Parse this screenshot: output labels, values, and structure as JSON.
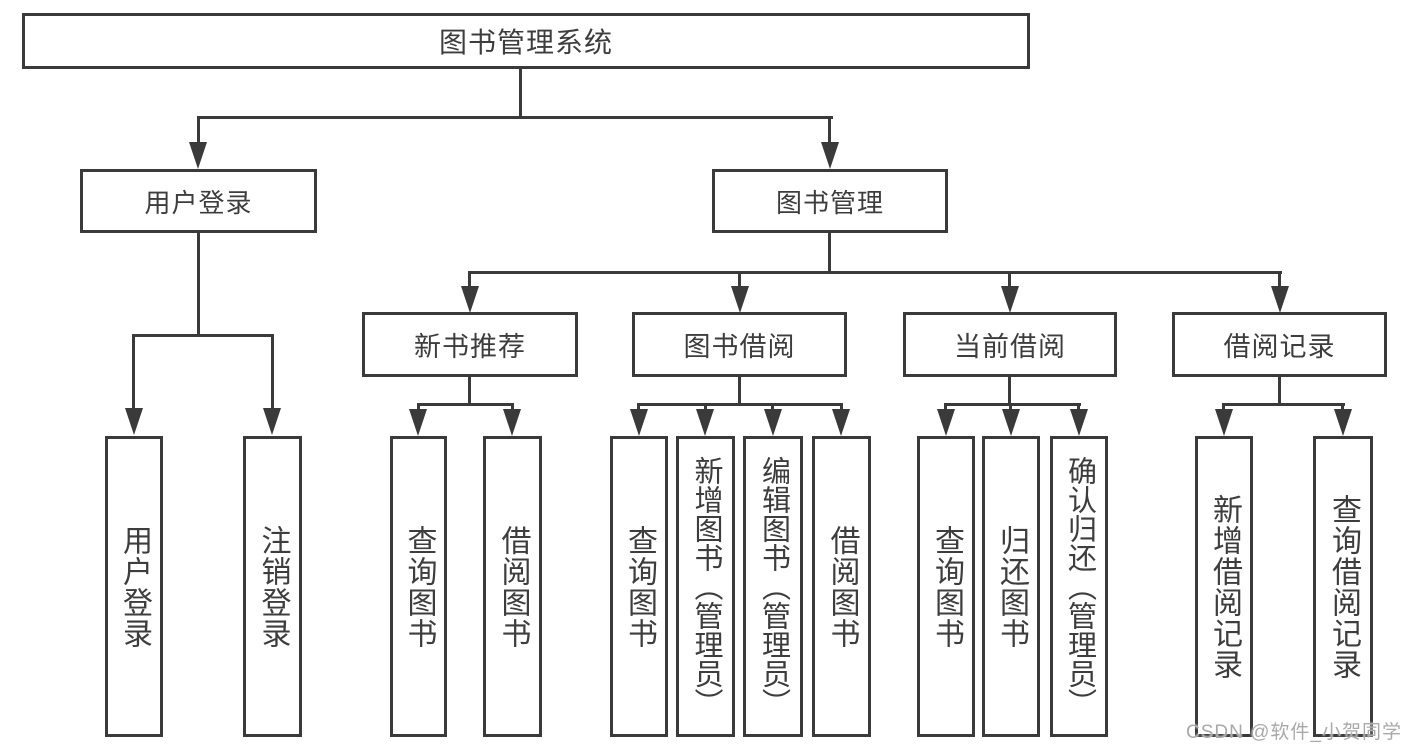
{
  "title": "图书管理系统",
  "tree": {
    "root": {
      "label": "图书管理系统"
    },
    "children": [
      {
        "label": "用户登录",
        "children": [
          {
            "label": "用户登录"
          },
          {
            "label": "注销登录"
          }
        ]
      },
      {
        "label": "图书管理",
        "children": [
          {
            "label": "新书推荐",
            "children": [
              {
                "label": "查询图书"
              },
              {
                "label": "借阅图书"
              }
            ]
          },
          {
            "label": "图书借阅",
            "children": [
              {
                "label": "查询图书"
              },
              {
                "label": "新增图书（管理员）"
              },
              {
                "label": "编辑图书（管理员）"
              },
              {
                "label": "借阅图书"
              }
            ]
          },
          {
            "label": "当前借阅",
            "children": [
              {
                "label": "查询图书"
              },
              {
                "label": "归还图书"
              },
              {
                "label": "确认归还（管理员）"
              }
            ]
          },
          {
            "label": "借阅记录",
            "children": [
              {
                "label": "新增借阅记录"
              },
              {
                "label": "查询借阅记录"
              }
            ]
          }
        ]
      }
    ]
  },
  "watermark": {
    "text": "CSDN @软件_小贺同学"
  },
  "colors": {
    "line": "#3a3a3a",
    "text": "#3d3d3d",
    "background": "#ffffff",
    "watermark": "#a9a9a9"
  }
}
